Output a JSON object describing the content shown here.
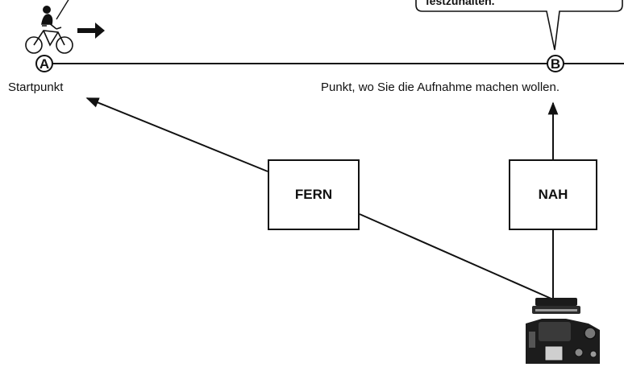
{
  "bubble": {
    "text": "festzuhalten."
  },
  "points": {
    "a": {
      "letter": "A",
      "label": "Startpunkt"
    },
    "b": {
      "letter": "B",
      "label": "Punkt, wo Sie die Aufnahme machen wollen."
    }
  },
  "boxes": {
    "far": {
      "label": "FERN"
    },
    "near": {
      "label": "NAH"
    }
  },
  "icons": [
    "cyclist-icon",
    "arrow-right-icon",
    "camera-icon",
    "speech-bubble-icon"
  ]
}
